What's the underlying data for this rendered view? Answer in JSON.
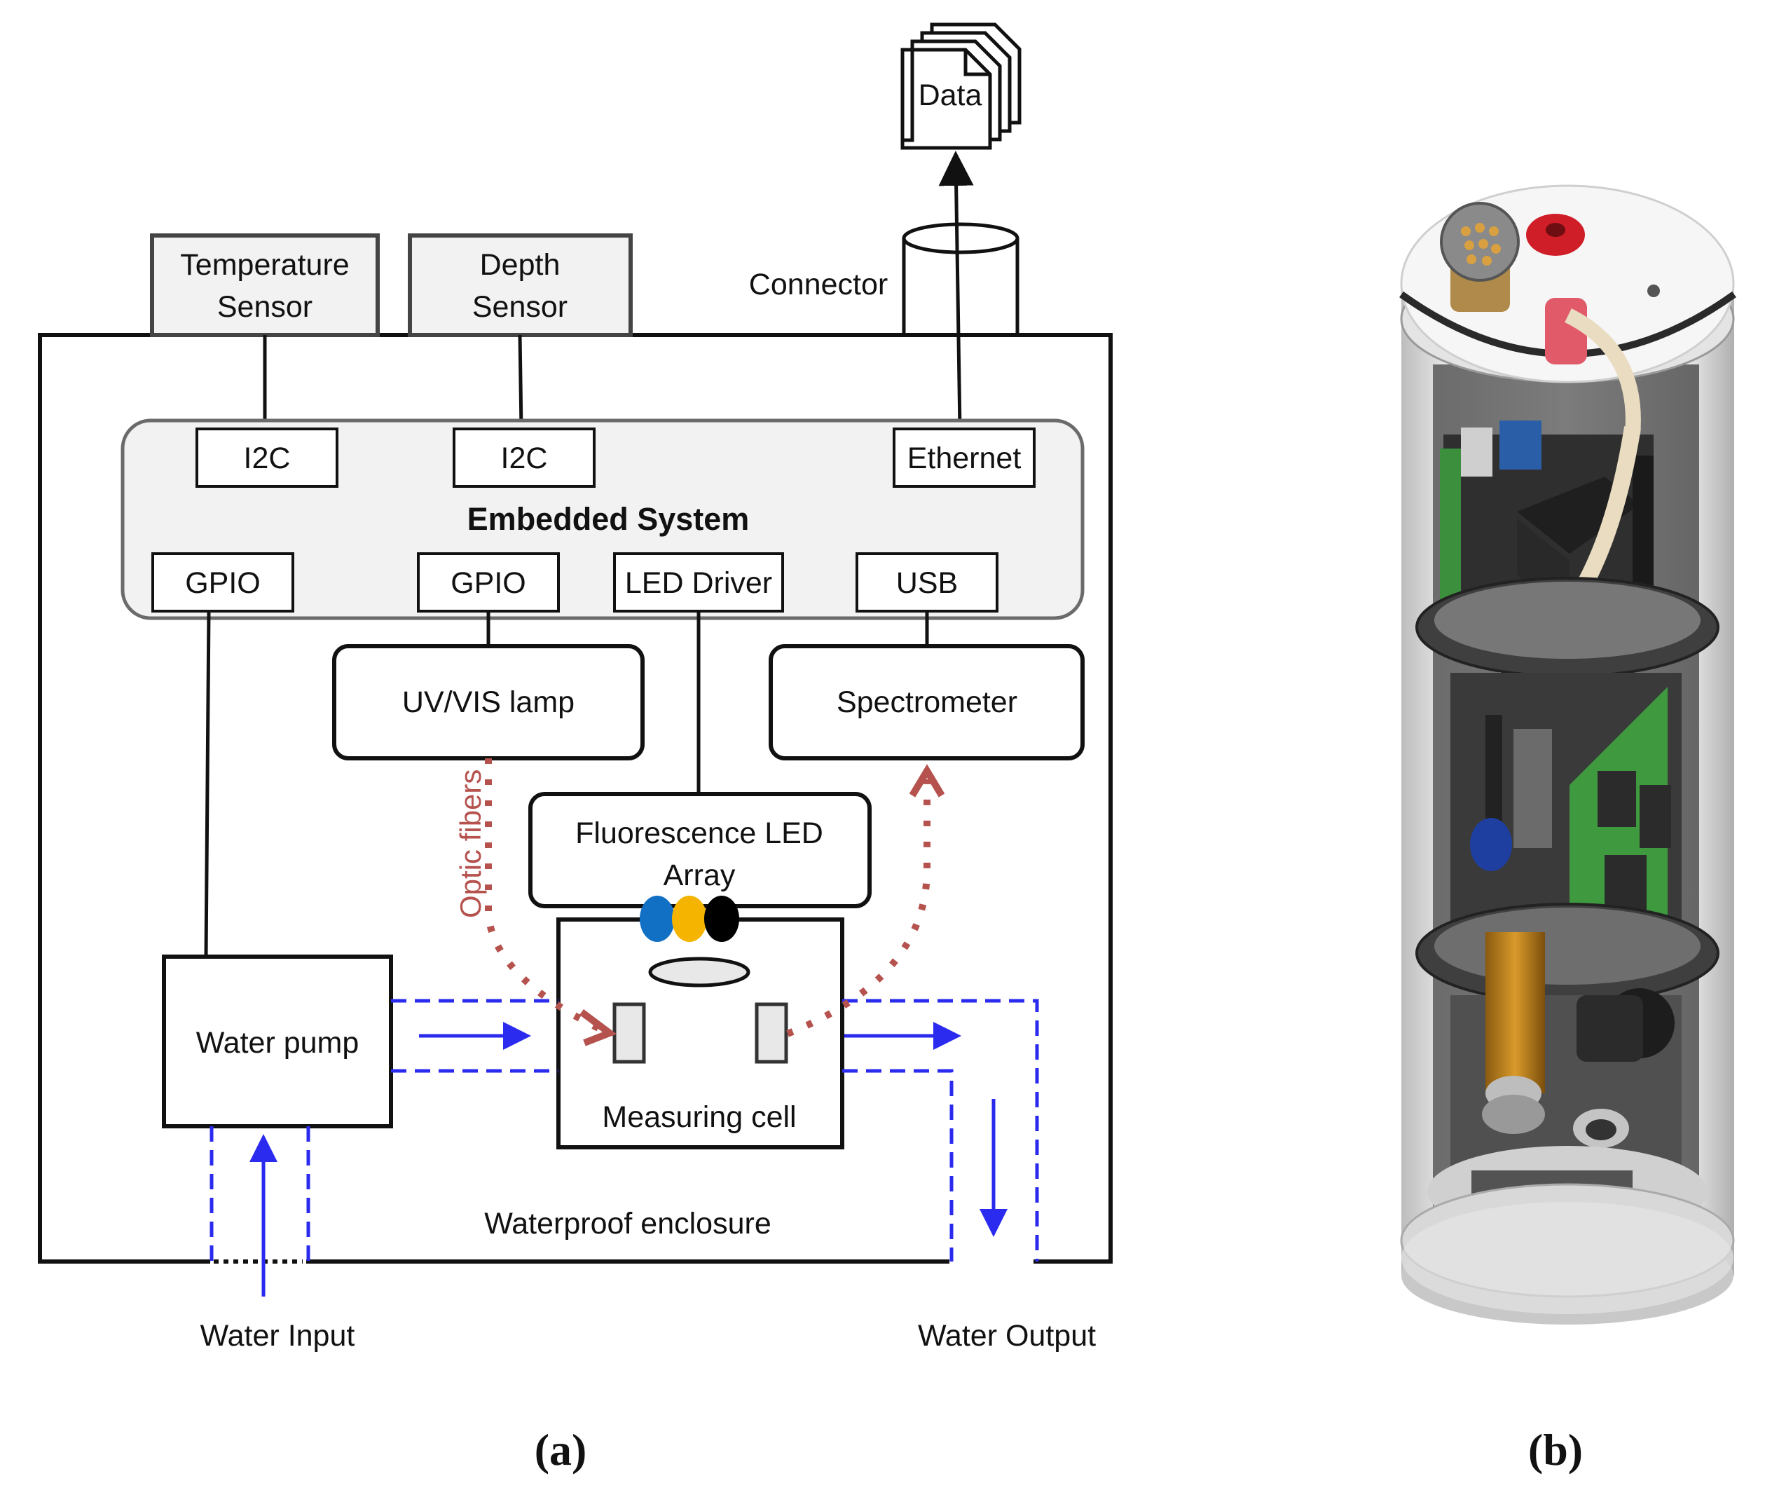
{
  "panel_a": {
    "data_doc": "Data",
    "connector": "Connector",
    "temperature_sensor": [
      "Temperature",
      "Sensor"
    ],
    "depth_sensor": [
      "Depth",
      "Sensor"
    ],
    "embedded_system": "Embedded System",
    "ports": {
      "i2c_left": "I2C",
      "i2c_right": "I2C",
      "ethernet": "Ethernet",
      "gpio_left": "GPIO",
      "gpio_right": "GPIO",
      "led_driver": "LED Driver",
      "usb": "USB"
    },
    "uv_vis_lamp": "UV/VIS lamp",
    "spectrometer": "Spectrometer",
    "fluorescence_led": [
      "Fluorescence LED",
      "Array"
    ],
    "led_colors": [
      "#1170c4",
      "#f4b400",
      "#000000"
    ],
    "optic_fibers": "Optic fibers",
    "water_pump": "Water pump",
    "measuring_cell": "Measuring cell",
    "waterproof_enclosure": "Waterproof enclosure",
    "water_input": "Water Input",
    "water_output": "Water Output",
    "colors": {
      "water_flow": "#2b2bef",
      "optic_path": "#b5524e",
      "panel_fill": "#f2f2f2"
    }
  },
  "captions": {
    "a": "(a)",
    "b": "(b)"
  }
}
